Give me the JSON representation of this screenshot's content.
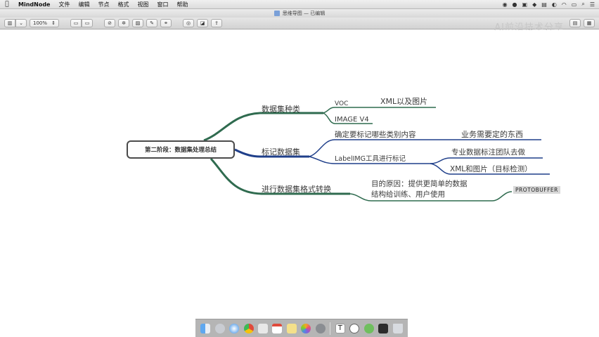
{
  "menubar": {
    "app_name": "MindNode",
    "items": [
      "文件",
      "编辑",
      "节点",
      "格式",
      "视图",
      "窗口",
      "帮助"
    ]
  },
  "window": {
    "title": "思维导图 — 已编辑"
  },
  "toolbar": {
    "zoom": "100%"
  },
  "watermark": "AI前沿技术分享",
  "mindmap": {
    "root": "第二阶段：数据集处理总结",
    "branches": [
      {
        "label": "数据集种类",
        "children": [
          {
            "label": "VOC",
            "children": [
              {
                "label": "XML以及图片"
              }
            ]
          },
          {
            "label": "IMAGE V4"
          }
        ]
      },
      {
        "label": "标记数据集",
        "children": [
          {
            "label": "确定要标记哪些类别内容",
            "children": [
              {
                "label": "业务需要定的东西"
              }
            ]
          },
          {
            "label": "LabelIMG工具进行标记",
            "children": [
              {
                "label": "专业数据标注团队去做"
              },
              {
                "label": "XML和图片（目标检测）"
              }
            ]
          }
        ]
      },
      {
        "label": "进行数据集格式转换",
        "children": [
          {
            "label_line1": "目的原因：提供更简单的数据",
            "label_line2": "结构给训练、用户使用",
            "children": [
              {
                "label": "PROTOBUFFER"
              }
            ]
          }
        ]
      }
    ]
  },
  "colors": {
    "branch_green": "#2f6b4f",
    "branch_blue": "#1f3f8a",
    "root_border": "#4a4a4a"
  },
  "dock_icons": [
    "finder-icon",
    "launchpad-icon",
    "safari-icon",
    "chrome-icon",
    "mail-icon",
    "calendar-icon",
    "notes-icon",
    "photos-icon",
    "preferences-icon",
    "typora-icon",
    "clock-icon",
    "mindnode-icon",
    "terminal-icon",
    "trash-icon"
  ]
}
